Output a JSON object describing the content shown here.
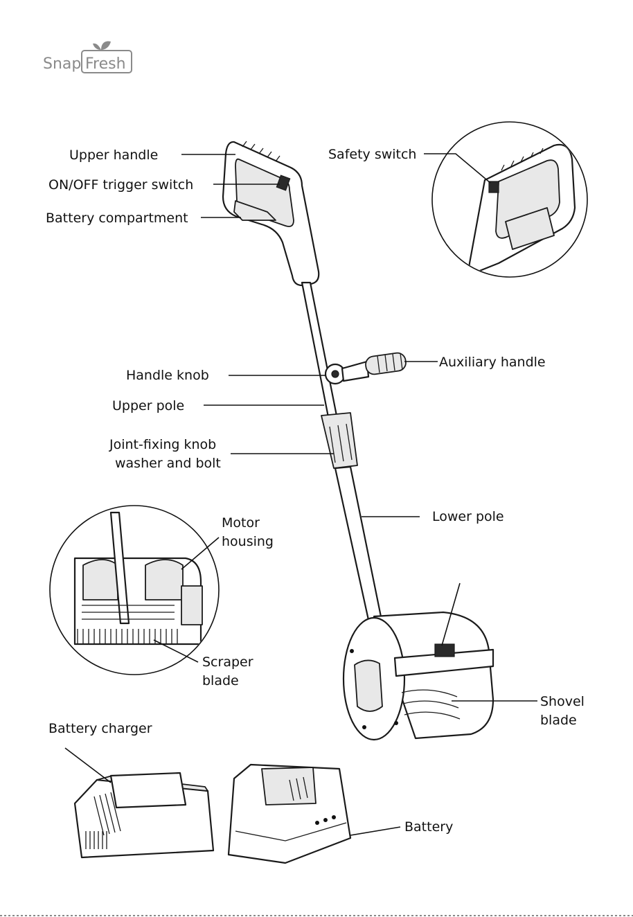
{
  "logo": {
    "text_left": "Snap",
    "text_right": "Fresh"
  },
  "labels": {
    "upper_handle": "Upper handle",
    "on_off_trigger": "ON/OFF trigger switch",
    "battery_compartment": "Battery compartment",
    "safety_switch": "Safety switch",
    "handle_knob": "Handle knob",
    "auxiliary_handle": "Auxiliary handle",
    "upper_pole": "Upper pole",
    "joint_line1": "Joint-fixing knob",
    "joint_line2": "washer and bolt",
    "lower_pole": "Lower pole",
    "motor_line1": "Motor",
    "motor_line2": "housing",
    "scraper_line1": "Scraper",
    "scraper_line2": "blade",
    "shovel_line1": "Shovel",
    "shovel_line2": "blade",
    "battery_charger": "Battery charger",
    "battery": "Battery"
  }
}
